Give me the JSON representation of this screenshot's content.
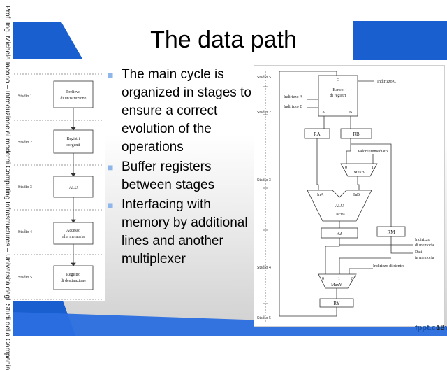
{
  "sidebar_title": "Prof. Ing. Michele Iacono – Introduzione ai moderni Computing Infrastructures – Università degli Studi della Campania",
  "title": "The data path",
  "bullets": [
    "The main cycle is organized in stages to ensure a correct evolution of the operations",
    "Buffer registers between stages",
    "Interfacing with memory by additional lines and another multiplexer"
  ],
  "bullet_marker": "■",
  "left_diagram": {
    "stages": [
      {
        "stage": "Stadio 1",
        "box_line1": "Prelievo",
        "box_line2": "di un'istruzione"
      },
      {
        "stage": "Stadio 2",
        "box_line1": "Registri",
        "box_line2": "sorgenti"
      },
      {
        "stage": "Stadio 3",
        "box_line1": "ALU",
        "box_line2": ""
      },
      {
        "stage": "Stadio 4",
        "box_line1": "Accesso",
        "box_line2": "alla memoria"
      },
      {
        "stage": "Stadio 5",
        "box_line1": "Registro",
        "box_line2": "di destinazione"
      }
    ]
  },
  "right_diagram": {
    "stage_labels": [
      "Stadio 5",
      "Stadio 2",
      "Stadio 3",
      "Stadio 4",
      "Stadio 5"
    ],
    "register_file": {
      "line1": "Banco",
      "line2": "di registri",
      "port_c": "C",
      "port_a": "A",
      "port_b": "B"
    },
    "inputs": {
      "addr_a": "Indirizzo A",
      "addr_b": "Indirizzo B",
      "addr_c": "Indirizzo C"
    },
    "registers": {
      "ra": "RA",
      "rb": "RB",
      "rz": "RZ",
      "rm": "RM",
      "ry": "RY"
    },
    "immediate": "Valore immediato",
    "muxb": {
      "label": "MuxB",
      "in0": "0",
      "in1": "1"
    },
    "alu": {
      "label": "ALU",
      "ina": "InA",
      "inb": "InB",
      "out": "Uscita"
    },
    "memory_address": {
      "line1": "Indirizzo",
      "line2": "di memoria"
    },
    "memory_data": {
      "line1": "Dati",
      "line2": "in memoria"
    },
    "return_address": "Indirizzo di rientro",
    "muxy": {
      "label": "MuxY",
      "in0": "0",
      "in1": "1",
      "in2": "2"
    }
  },
  "footer": {
    "logo": "fppt.com",
    "page": "13"
  },
  "colors": {
    "accent_blue": "#1a5fd0",
    "bullet_marker": "#8fb6ea"
  }
}
